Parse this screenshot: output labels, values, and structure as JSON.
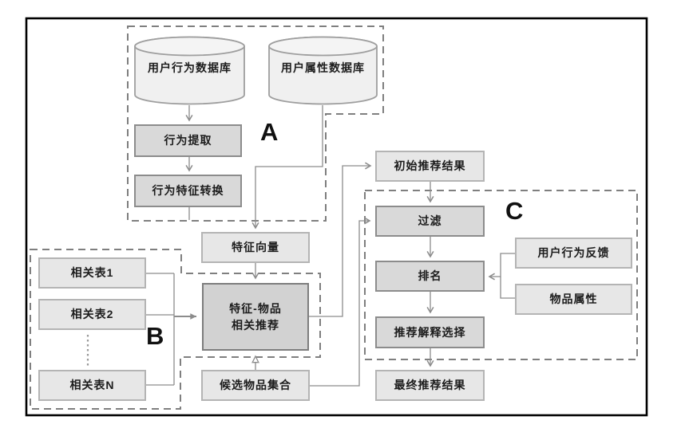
{
  "diagram": {
    "sections": {
      "a": "A",
      "b": "B",
      "c": "C"
    },
    "nodes": {
      "user_behavior_db": "用户行为数据库",
      "user_attribute_db": "用户属性数据库",
      "behavior_extract": "行为提取",
      "behavior_feature_transform": "行为特征转换",
      "feature_vector": "特征向量",
      "feature_item_rec": "特征-物品\n相关推荐",
      "related_table_1": "相关表1",
      "related_table_2": "相关表2",
      "related_table_n": "相关表N",
      "candidate_item_set": "候选物品集合",
      "initial_rec_result": "初始推荐结果",
      "filter": "过滤",
      "rank": "排名",
      "rec_explain_select": "推荐解释选择",
      "final_rec_result": "最终推荐结果",
      "user_behavior_feedback": "用户行为反馈",
      "item_attribute": "物品属性"
    },
    "colors": {
      "frame": "#000000",
      "dashed_border": "#7f7f7f",
      "connector": "#8c8c8c",
      "process_fill": "#d9d9d9",
      "process_border": "#8c8c8c",
      "data_fill": "#e7e7e7",
      "data_border": "#b4b4b4",
      "cylinder_fill": "#f0f0f0",
      "text": "#1c1c1c"
    }
  }
}
